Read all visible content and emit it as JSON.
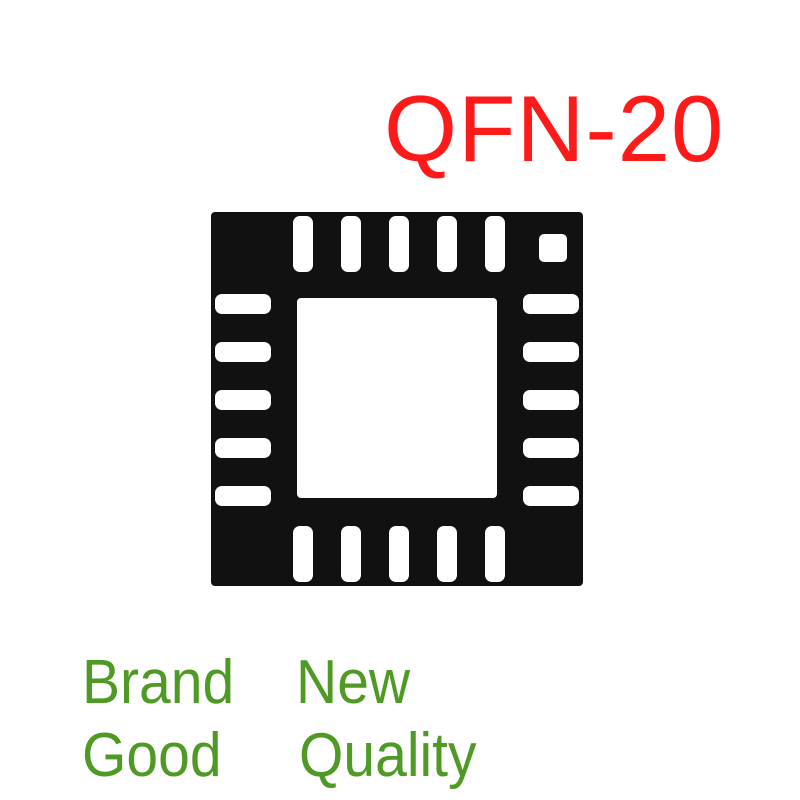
{
  "package": {
    "label": "QFN-20",
    "label_color": "#ff1a1a",
    "body_color": "#111111",
    "pad_color": "#ffffff",
    "pins_per_side": 5
  },
  "tagline": {
    "line1": [
      "Brand",
      "New"
    ],
    "line2": [
      "Good",
      "Quality"
    ],
    "color": "#4f9a24"
  }
}
